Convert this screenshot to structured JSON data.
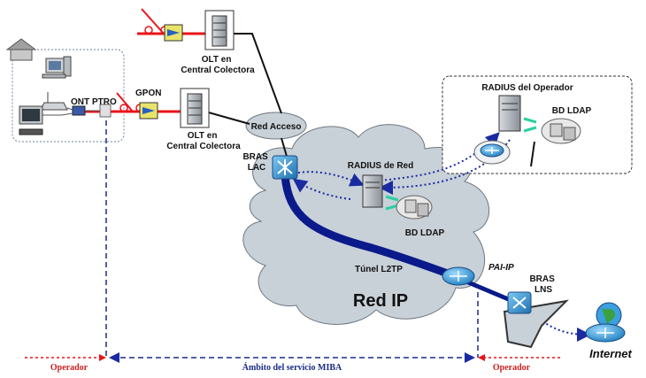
{
  "labels": {
    "olt_top": [
      "OLT en",
      "Central Colectora"
    ],
    "olt_bottom": [
      "OLT en",
      "Central Colectora"
    ],
    "gpon": "GPON",
    "ont": "ONT",
    "ptro": "PTRO",
    "red_acceso": "Red Acceso",
    "bras_lac": [
      "BRAS",
      "LAC"
    ],
    "radius_red": "RADIUS de Red",
    "bd_ldap_red": "BD LDAP",
    "radius_operador": "RADIUS del Operador",
    "bd_ldap_operador": "BD LDAP",
    "tunel": "Túnel L2TP",
    "pai_ip": "PAI-IP",
    "bras_lns": [
      "BRAS",
      "LNS"
    ],
    "red_ip": "Red IP",
    "internet": "Internet"
  },
  "scope": {
    "left_operator": "Operador",
    "service": "Ámbito del servicio MIBA",
    "right_operator": "Operador"
  },
  "colors": {
    "fiber": "#e8141a",
    "tunnel": "#0a1a8a",
    "dotted_link": "#1a2aa0",
    "cloud": "#c8d0d8",
    "router": "#3aa0e0",
    "scope_line": "#1a2a8a",
    "operator_line": "#e8141a"
  }
}
